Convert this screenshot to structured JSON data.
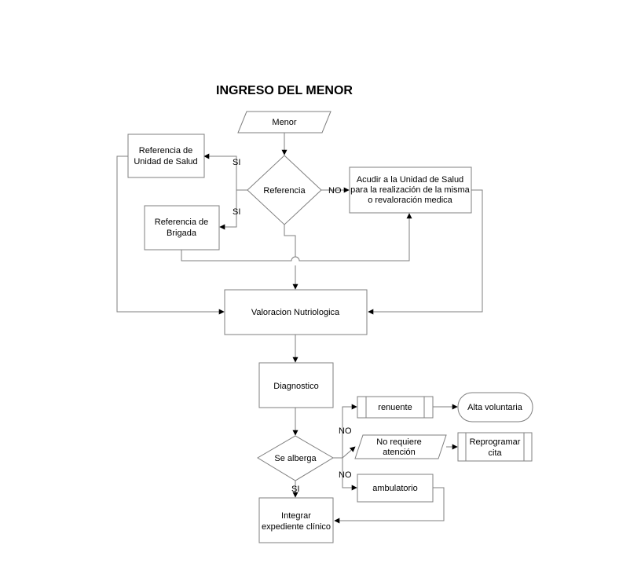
{
  "title": "INGRESO DEL MENOR",
  "nodes": {
    "menor": "Menor",
    "referencia": "Referencia",
    "ref_unidad": [
      "Referencia de",
      "Unidad de Salud"
    ],
    "ref_brigada": [
      "Referencia de",
      "Brigada"
    ],
    "acudir": [
      "Acudir a la Unidad de Salud",
      "para la realización de la misma",
      "o revaloración medica"
    ],
    "valoracion": "Valoracion Nutriologica",
    "diagnostico": "Diagnostico",
    "se_alberga": "Se alberga",
    "renuente": "renuente",
    "alta": "Alta voluntaria",
    "no_requiere": [
      "No requiere",
      "atención"
    ],
    "reprogramar": [
      "Reprogramar",
      "cita"
    ],
    "ambulatorio": "ambulatorio",
    "integrar": [
      "Integrar",
      "expediente clínico"
    ]
  },
  "edge_labels": {
    "si_unidad": "SI",
    "si_brigada": "SI",
    "no_acudir": "NO",
    "no_renuente": "NO",
    "no_ambulatorio": "NO",
    "si_integrar": "SI"
  }
}
